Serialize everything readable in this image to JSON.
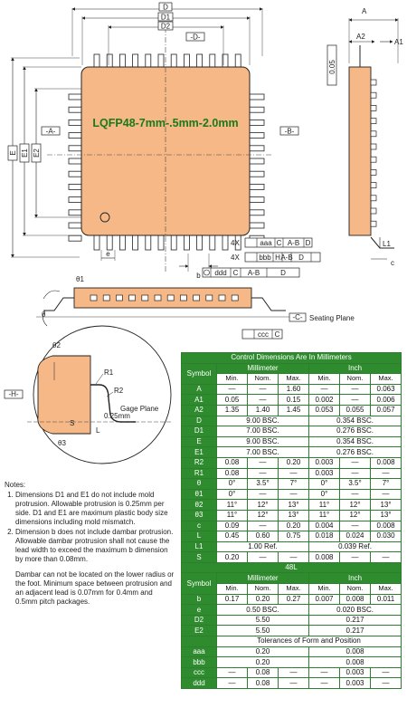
{
  "package_title": "LQFP48-7mm-.5mm-2.0mm",
  "dims": {
    "D": "D",
    "D1": "D1",
    "D2": "D2",
    "E": "E",
    "E1": "E1",
    "E2": "E2",
    "A": "A",
    "A1": "A1",
    "A2": "A2",
    "b": "b",
    "e": "e",
    "L1": "L1",
    "c": "c",
    "R1": "R1",
    "R2": "R2",
    "S": "S",
    "L": "L",
    "theta": "θ",
    "theta1": "θ1",
    "theta2": "θ2",
    "theta3": "θ3"
  },
  "datums": {
    "A": "-A-",
    "B": "-B-",
    "C": "-C-",
    "D": "-D-",
    "H": "-H-"
  },
  "callouts": {
    "seating_plane": "Seating Plane",
    "gage_plane": "Gage Plane",
    "gage_dim": "0.25mm",
    "flatness": "0.05",
    "fcf1": [
      "4X",
      "aaa",
      "C",
      "A-B",
      "D"
    ],
    "fcf2": [
      "4X",
      "bbb",
      "H",
      "A-B",
      "D"
    ],
    "fcf3": [
      "ddd",
      "C",
      "A-B",
      "D"
    ],
    "fcf4": [
      "ccc",
      "C"
    ]
  },
  "notes": {
    "title": "Notes:",
    "items": [
      "Dimensions D1 and E1 do not include mold protrusion. Allowable protrusion is 0.25mm per side. D1 and E1 are maximum plastic body size dimensions including mold mismatch.",
      "Dimension b does not include dambar protrusion. Allowable dambar protrusion shall not cause the lead width to exceed the maximum b dimension by more than 0.08mm."
    ],
    "extra": "Dambar can not be located on the lower radius or the foot. Minimum space between protrusion and an adjacent lead is 0.07mm for 0.4mm and 0.5mm pitch packages."
  },
  "table": {
    "title": "Control Dimensions Are In Millimeters",
    "h_symbol": "Symbol",
    "h_mm": "Millimeter",
    "h_inch": "Inch",
    "sub": [
      "Min.",
      "Nom.",
      "Max.",
      "Min.",
      "Nom.",
      "Max."
    ],
    "rows": [
      [
        "A",
        "—",
        "—",
        "1.60",
        "—",
        "—",
        "0.063"
      ],
      [
        "A1",
        "0.05",
        "—",
        "0.15",
        "0.002",
        "—",
        "0.006"
      ],
      [
        "A2",
        "1.35",
        "1.40",
        "1.45",
        "0.053",
        "0.055",
        "0.057"
      ],
      [
        "D",
        "9.00 BSC.",
        "0.354 BSC."
      ],
      [
        "D1",
        "7.00 BSC.",
        "0.276 BSC."
      ],
      [
        "E",
        "9.00 BSC.",
        "0.354 BSC."
      ],
      [
        "E1",
        "7.00 BSC.",
        "0.276 BSC."
      ],
      [
        "R2",
        "0.08",
        "—",
        "0.20",
        "0.003",
        "—",
        "0.008"
      ],
      [
        "R1",
        "0.08",
        "—",
        "—",
        "0.003",
        "—",
        "—"
      ],
      [
        "θ",
        "0°",
        "3.5°",
        "7°",
        "0°",
        "3.5°",
        "7°"
      ],
      [
        "θ1",
        "0°",
        "—",
        "—",
        "0°",
        "—",
        "—"
      ],
      [
        "θ2",
        "11°",
        "12°",
        "13°",
        "11°",
        "12°",
        "13°"
      ],
      [
        "θ3",
        "11°",
        "12°",
        "13°",
        "11°",
        "12°",
        "13°"
      ],
      [
        "c",
        "0.09",
        "—",
        "0.20",
        "0.004",
        "—",
        "0.008"
      ],
      [
        "L",
        "0.45",
        "0.60",
        "0.75",
        "0.018",
        "0.024",
        "0.030"
      ],
      [
        "L1",
        "1.00 Ref.",
        "0.039 Ref."
      ],
      [
        "S",
        "0.20",
        "—",
        "—",
        "0.008",
        "—",
        "—"
      ]
    ],
    "section": "48L",
    "rows2": [
      [
        "b",
        "0.17",
        "0.20",
        "0.27",
        "0.007",
        "0.008",
        "0.011"
      ],
      [
        "e",
        "0.50 BSC.",
        "0.020 BSC."
      ],
      [
        "D2",
        "5.50",
        "0.217"
      ],
      [
        "E2",
        "5.50",
        "0.217"
      ]
    ],
    "tol_title": "Tolerances of Form and Position",
    "tol_rows": [
      [
        "aaa",
        "0.20",
        "0.008"
      ],
      [
        "bbb",
        "0.20",
        "0.008"
      ],
      [
        "ccc",
        "—",
        "0.08",
        "—",
        "—",
        "0.003",
        "—"
      ],
      [
        "ddd",
        "—",
        "0.08",
        "—",
        "—",
        "0.003",
        "—"
      ]
    ]
  }
}
